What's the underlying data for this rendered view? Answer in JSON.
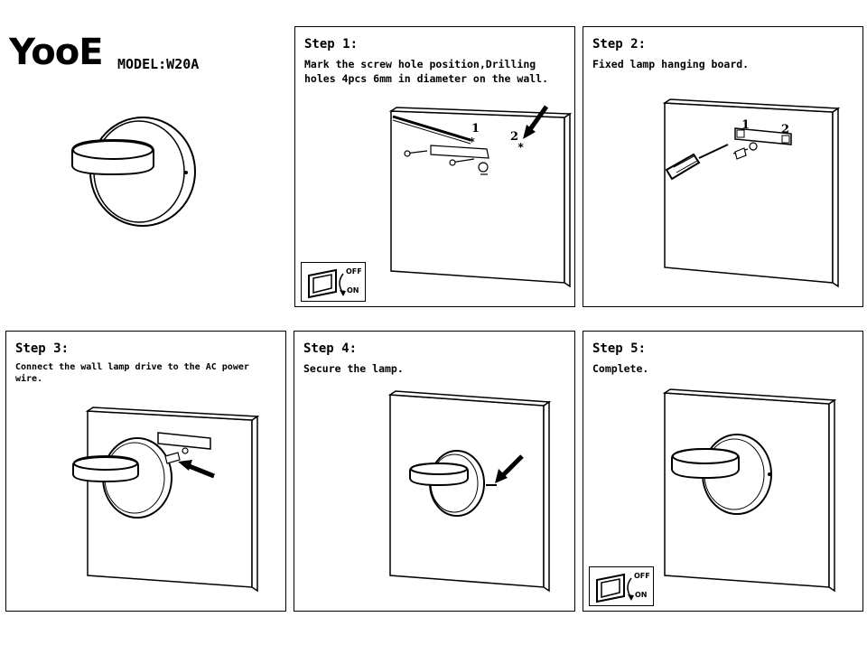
{
  "header": {
    "brand": "YooE",
    "model": "MODEL:W20A"
  },
  "switch": {
    "off": "OFF",
    "on": "ON"
  },
  "steps": [
    {
      "title": "Step 1:",
      "desc": "Mark the screw hole position,Drilling\nholes 4pcs 6mm in diameter on the wall.",
      "mark1": "1",
      "mark2": "2"
    },
    {
      "title": "Step 2:",
      "desc": "Fixed lamp hanging board.",
      "mark1": "1",
      "mark2": "2"
    },
    {
      "title": "Step 3:",
      "desc": "Connect the wall lamp drive to the AC power\nwire."
    },
    {
      "title": "Step 4:",
      "desc": "Secure the lamp."
    },
    {
      "title": "Step 5:",
      "desc": "Complete."
    }
  ]
}
